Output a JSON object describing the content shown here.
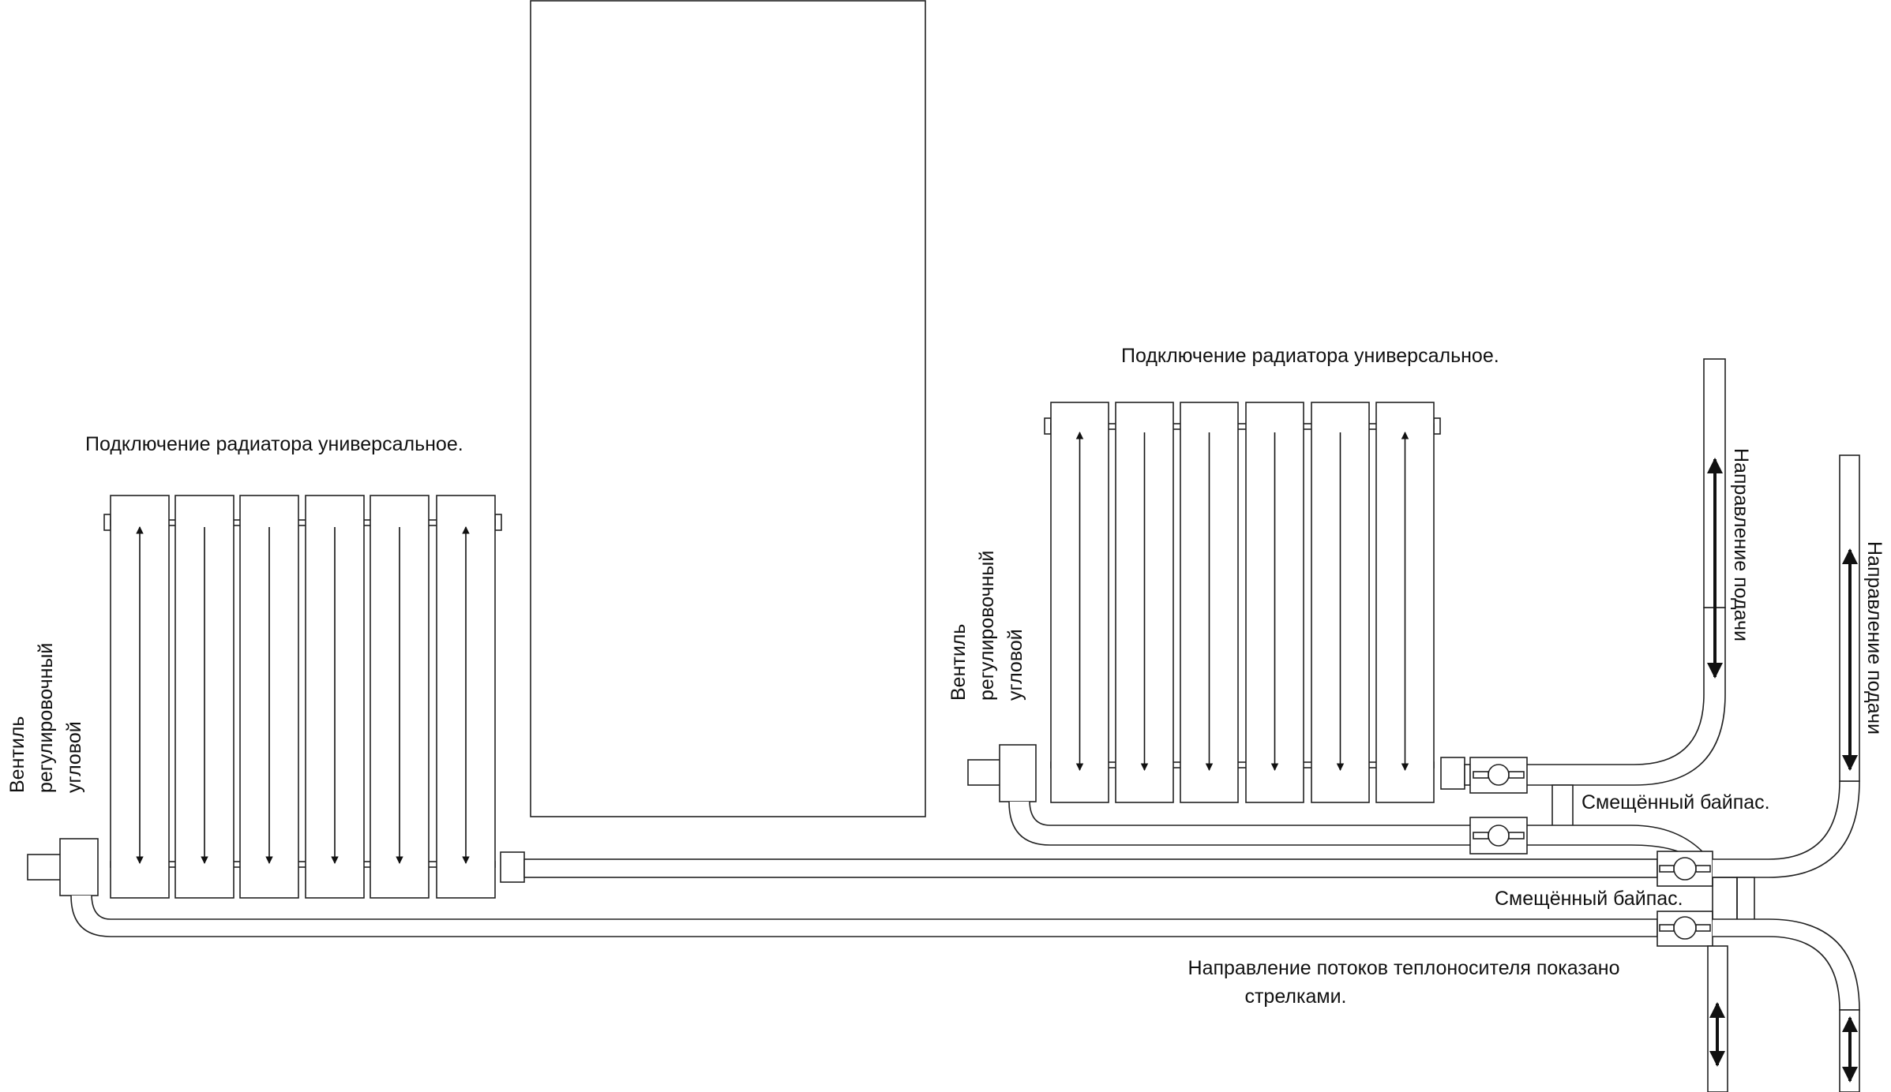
{
  "labels": {
    "connection_left": "Подключение радиатора универсальное.",
    "connection_right": "Подключение радиатора универсальное.",
    "valve_left": [
      "Вентиль",
      "регулировочный",
      "угловой"
    ],
    "valve_right": [
      "Вентиль",
      "регулировочный",
      "угловой"
    ],
    "supply_dir_1": "Направление подачи",
    "supply_dir_2": "Направление подачи",
    "bypass_upper": "Смещённый байпас.",
    "bypass_lower": "Смещённый байпас.",
    "flow_note_1": "Направление потоков теплоносителя показано",
    "flow_note_2": "стрелками."
  },
  "colors": {
    "line": "#222222",
    "background": "#ffffff"
  }
}
